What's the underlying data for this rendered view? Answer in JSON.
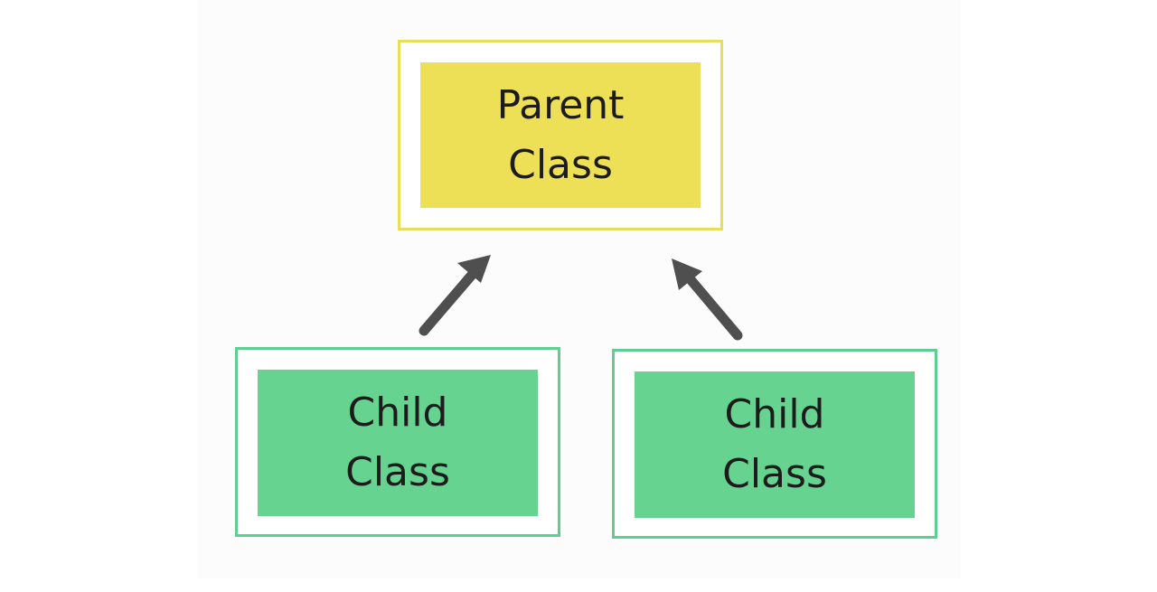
{
  "diagram": {
    "parent": {
      "line1": "Parent",
      "line2": "Class",
      "fill": "#ede057",
      "border": "#e8de57"
    },
    "children": [
      {
        "line1": "Child",
        "line2": "Class",
        "fill": "#67d390",
        "border": "#5fcf91"
      },
      {
        "line1": "Child",
        "line2": "Class",
        "fill": "#67d390",
        "border": "#5fcf91"
      }
    ],
    "arrow_color": "#4f4f4f"
  }
}
